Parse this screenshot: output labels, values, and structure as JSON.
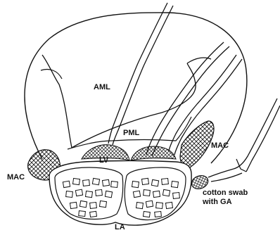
{
  "labels": {
    "aml": "AML",
    "pml": "PML",
    "lv": "LV",
    "mac_left": "MAC",
    "mac_right": "MAC",
    "la": "LA",
    "cotton_swab_line1": "cotton swab",
    "cotton_swab_line2": "with GA"
  },
  "colors": {
    "ink": "#111111",
    "paper": "#ffffff"
  }
}
